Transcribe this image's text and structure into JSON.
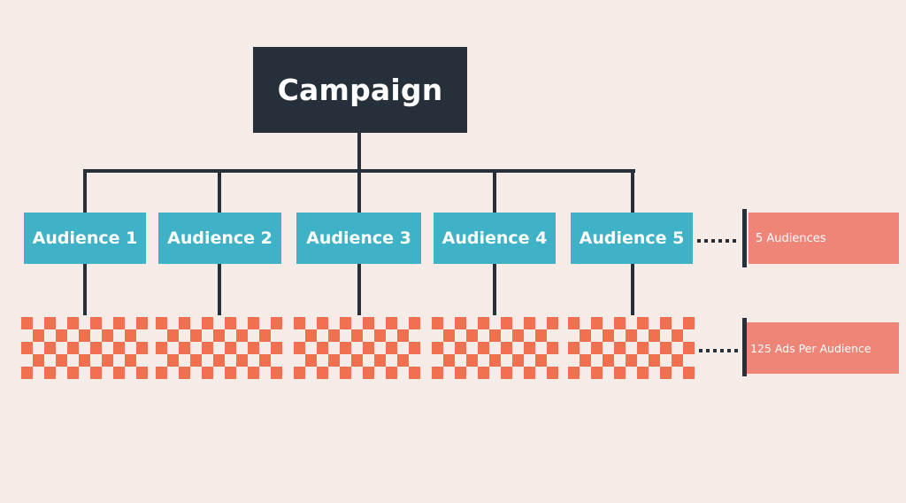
{
  "diagram": {
    "campaign_label": "Campaign",
    "audiences": [
      "Audience 1",
      "Audience 2",
      "Audience 3",
      "Audience 4",
      "Audience 5"
    ],
    "audiences_summary": "5 Audiences",
    "ads_summary": "125 Ads Per Audience"
  },
  "colors": {
    "background": "#f6ece7",
    "campaign_box": "#25303a",
    "audience_box": "#3fb2c7",
    "ad_squares": "#f0704f",
    "label_box": "#ef8577",
    "connector": "#25303a"
  }
}
